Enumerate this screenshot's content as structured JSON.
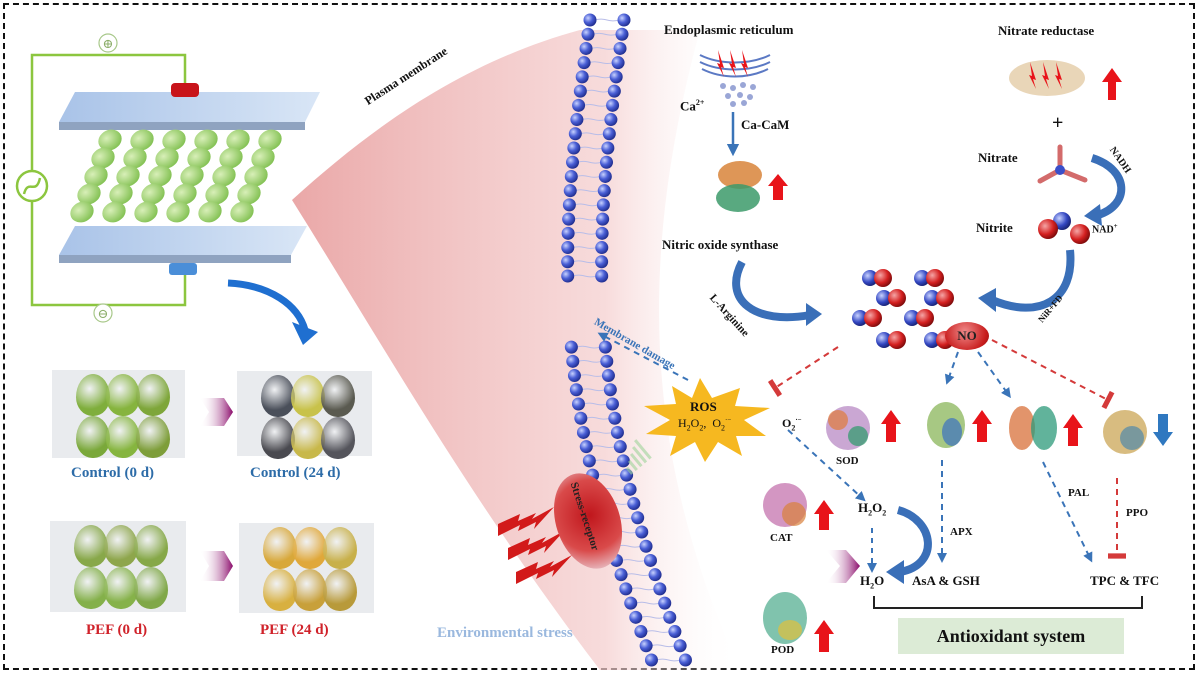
{
  "title": "Mechanism of pulsed electric field (PEF) treatment on mango fruit",
  "apparatus": {
    "positive_symbol": "⊕",
    "negative_symbol": "⊖",
    "source_symbol": "~"
  },
  "photos": {
    "control_0": "Control (0 d)",
    "control_24": "Control (24 d)",
    "pef_0": "PEF (0 d)",
    "pef_24": "PEF (24 d)"
  },
  "membrane": {
    "plasma_membrane": "Plasma membrane",
    "membrane_damage": "Membrane damage",
    "stress_receptor": "Stress-receptor",
    "environmental_stress": "Environmental stress"
  },
  "er_pathway": {
    "endoplasmic_reticulum": "Endoplasmic reticulum",
    "ca_ion": "Ca",
    "ca_charge": "2+",
    "ca_cam": "Ca-CaM",
    "nos": "Nitric oxide synthase",
    "l_arginine": "L-Arginine"
  },
  "nr_pathway": {
    "nitrate_reductase": "Nitrate reductase",
    "plus": "+",
    "nitrate": "Nitrate",
    "nadh": "NADH",
    "nitrite": "Nitrite",
    "nad": "NAD",
    "nad_charge": "+",
    "nir_fd": "NiR+FD"
  },
  "no_label": "NO",
  "ros": {
    "title": "ROS",
    "h2o2": "H2O2,",
    "o2": "O2",
    "o2_radical": "O2"
  },
  "enzymes": {
    "sod": "SOD",
    "cat": "CAT",
    "pod": "POD",
    "apx": "APX",
    "pal": "PAL",
    "ppo": "PPO"
  },
  "products": {
    "h2o2": "H2O2",
    "h2o": "H2O",
    "asa_gsh": "AsA & GSH",
    "tpc_tfc": "TPC & TFC"
  },
  "antioxidant_system": "Antioxidant system",
  "colors": {
    "up_arrow": "#e8141a",
    "down_arrow": "#2f78c0",
    "path_blue": "#3a74b8",
    "inhibit_red": "#d43a3a",
    "circuit_green": "#8cc63f",
    "bilayer_head": "#3c4fc9"
  }
}
